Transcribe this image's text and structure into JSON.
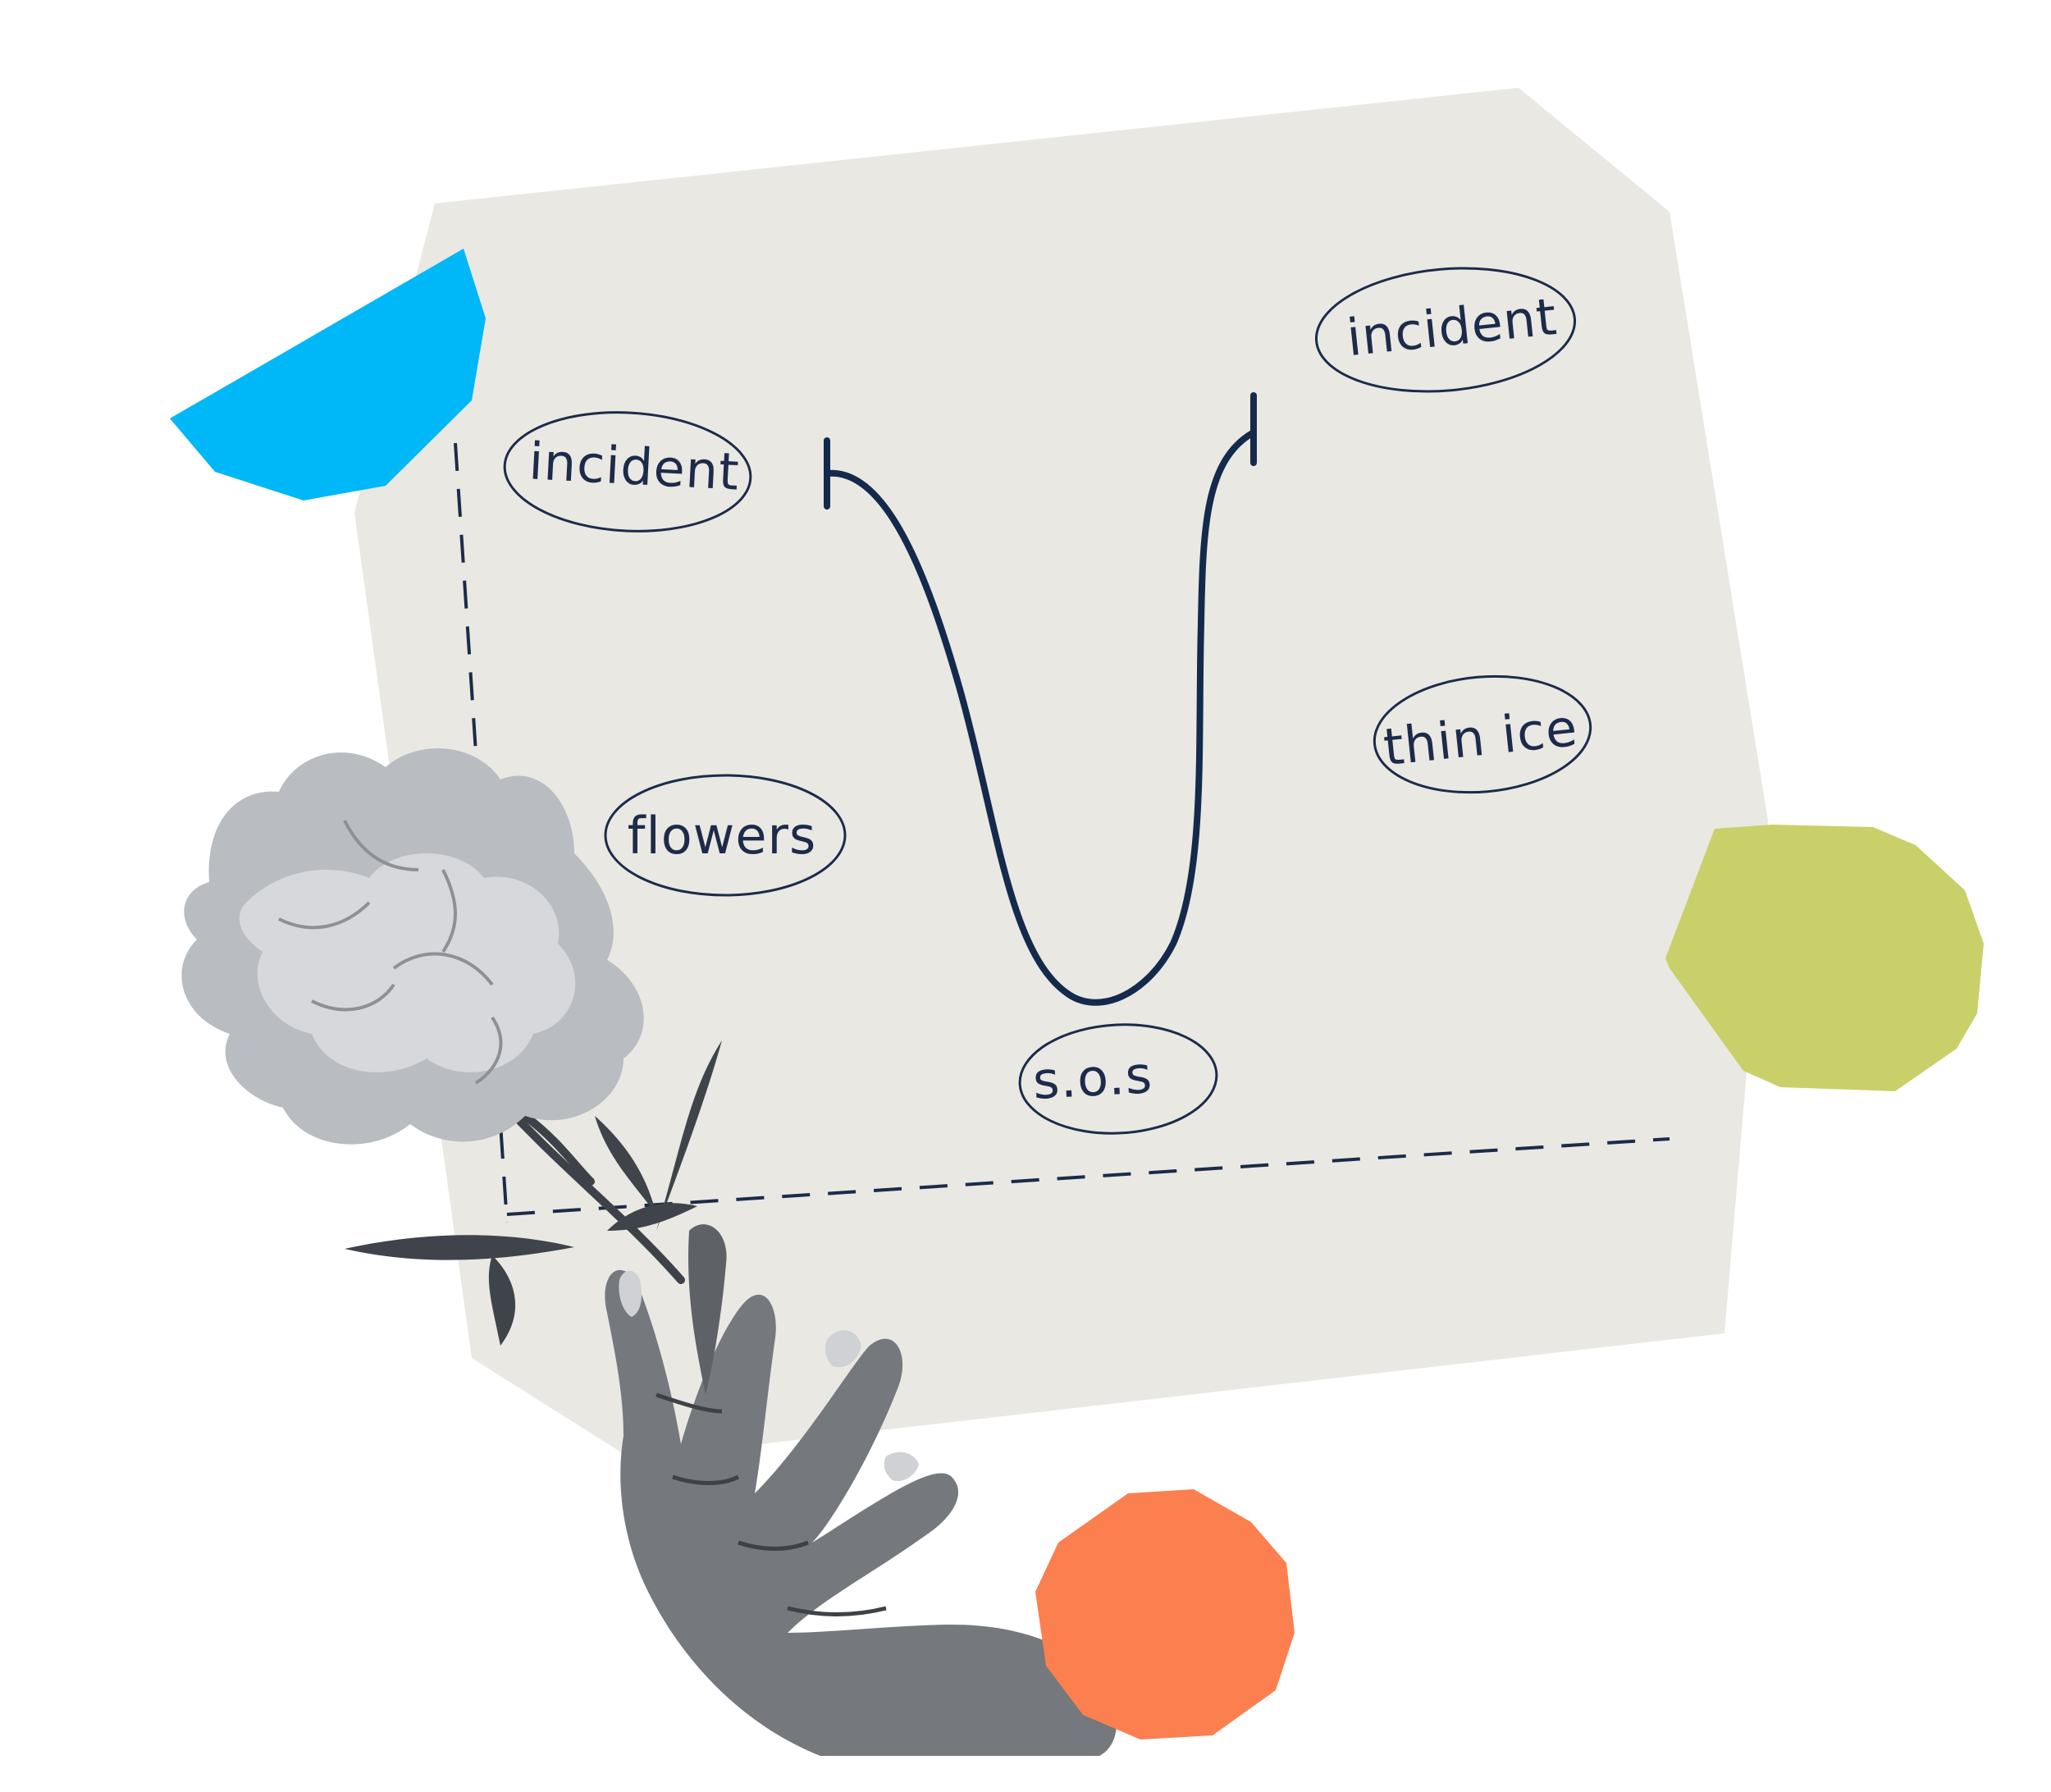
{
  "palette": {
    "paper": "#e9e8e3",
    "ink": "#142a4d",
    "blue_shape": "#00b7f8",
    "green_shape": "#c9d06a",
    "orange_shape": "#fc7f50",
    "photo_gray": "#8d9096"
  },
  "labels": {
    "incident_left": "incident",
    "incident_right": "incident",
    "flowers": "flowers",
    "thin_ice": "thin ice",
    "sos": "s.o.s"
  },
  "illustration": {
    "icons": [
      "carnation-flower-icon",
      "hand-icon",
      "u-curve-icon"
    ]
  }
}
